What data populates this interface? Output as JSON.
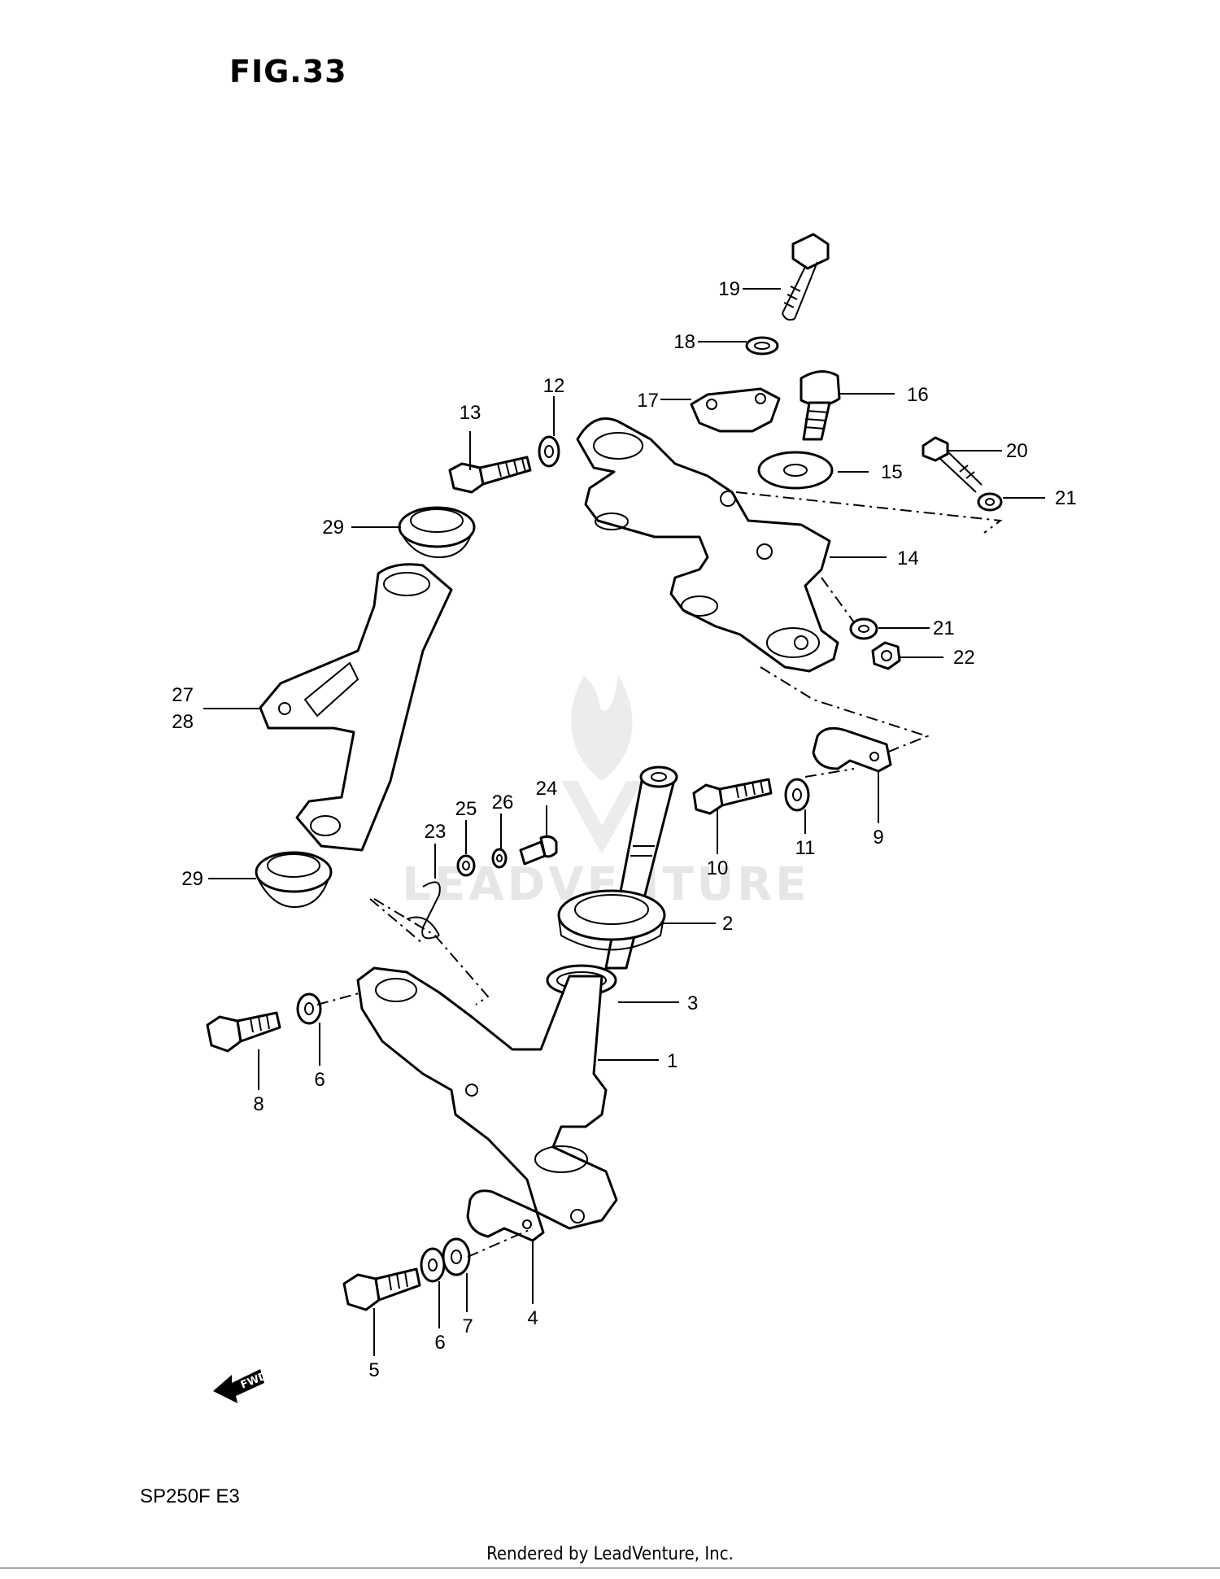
{
  "figure_title": "FIG.33",
  "model_code": "SP250F  E3",
  "footer": "Rendered by LeadVenture, Inc.",
  "watermark": "LEADVENTURE",
  "fwd_label": "FWD",
  "callouts": {
    "c1": "1",
    "c2": "2",
    "c3": "3",
    "c4": "4",
    "c5": "5",
    "c6a": "6",
    "c6b": "6",
    "c7": "7",
    "c8": "8",
    "c9": "9",
    "c10": "10",
    "c11": "11",
    "c12": "12",
    "c13": "13",
    "c14": "14",
    "c15": "15",
    "c16": "16",
    "c17": "17",
    "c18": "18",
    "c19": "19",
    "c20": "20",
    "c21a": "21",
    "c21b": "21",
    "c22": "22",
    "c23": "23",
    "c24": "24",
    "c25": "25",
    "c26": "26",
    "c27": "27",
    "c28": "28",
    "c29a": "29",
    "c29b": "29"
  }
}
